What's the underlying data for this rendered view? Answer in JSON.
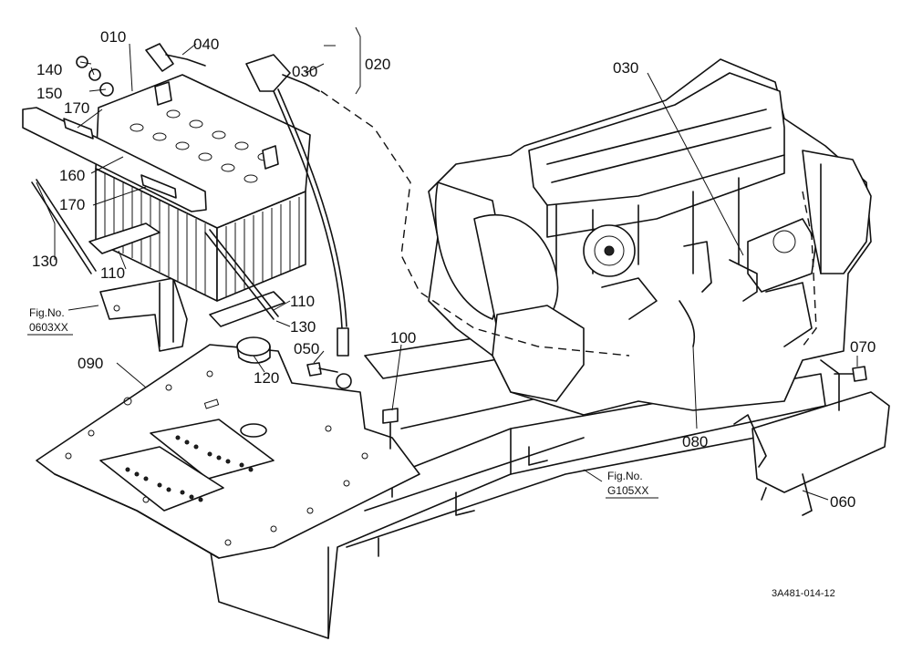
{
  "labels": {
    "p010": "010",
    "p020": "020",
    "p030a": "030",
    "p030b": "030",
    "p040": "040",
    "p050": "050",
    "p060": "060",
    "p070": "070",
    "p080": "080",
    "p090": "090",
    "p100": "100",
    "p110a": "110",
    "p110b": "110",
    "p120": "120",
    "p130a": "130",
    "p130b": "130",
    "p140": "140",
    "p150": "150",
    "p160": "160",
    "p170a": "170",
    "p170b": "170"
  },
  "references": {
    "ref1_line1": "Fig.No.",
    "ref1_line2": "0603XX",
    "ref2_line1": "Fig.No.",
    "ref2_line2": "G105XX"
  },
  "drawing_code": "3A481-014-12"
}
